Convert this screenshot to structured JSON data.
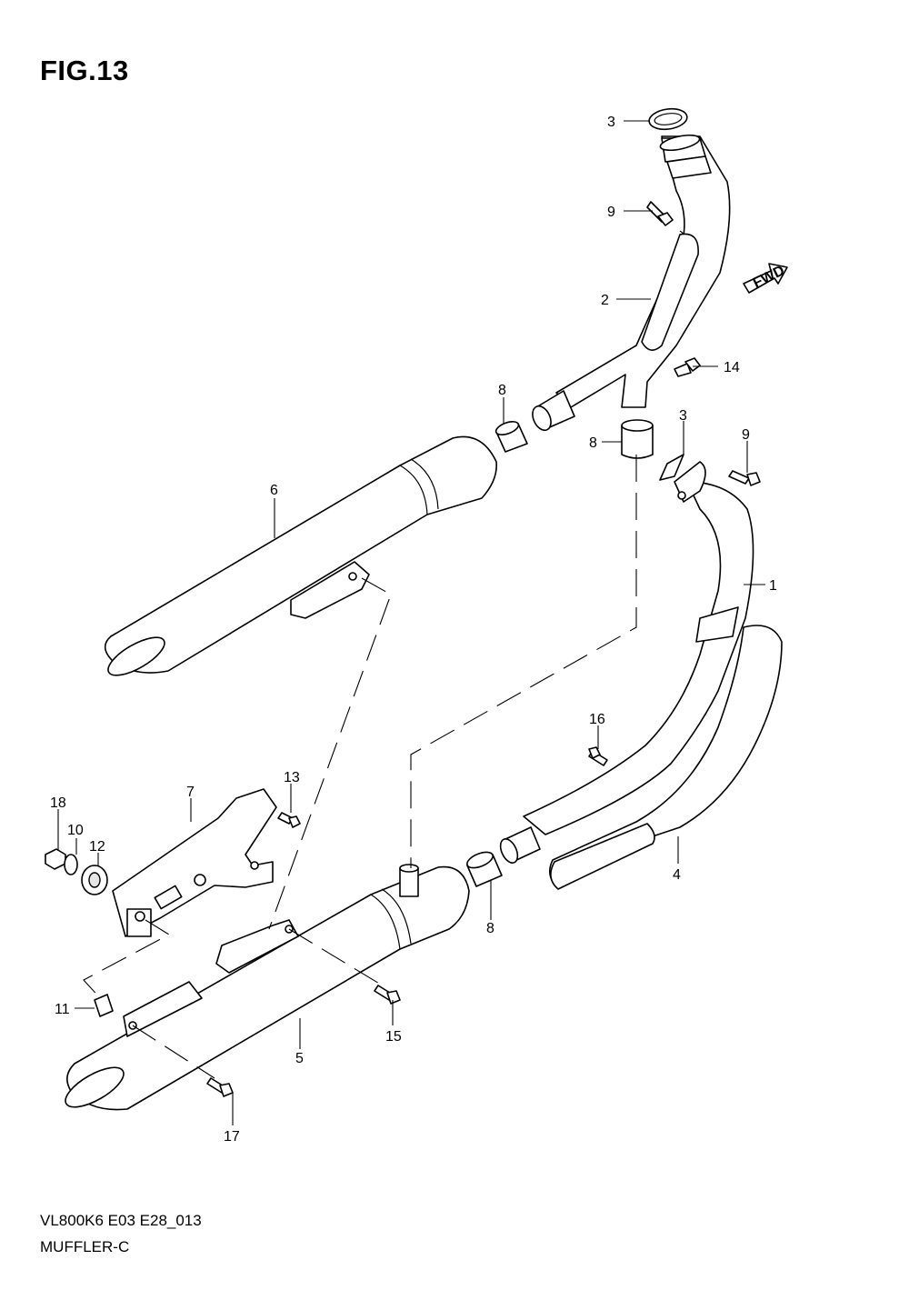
{
  "figure": {
    "title": "FIG.13"
  },
  "footer": {
    "code": "VL800K6 E03 E28_013",
    "name": "MUFFLER-C"
  },
  "fwd_label": "FWD",
  "callouts": [
    {
      "id": "c3a",
      "text": "3"
    },
    {
      "id": "c9a",
      "text": "9"
    },
    {
      "id": "c2",
      "text": "2"
    },
    {
      "id": "c14",
      "text": "14"
    },
    {
      "id": "c8a",
      "text": "8"
    },
    {
      "id": "c8b",
      "text": "8"
    },
    {
      "id": "c3b",
      "text": "3"
    },
    {
      "id": "c9b",
      "text": "9"
    },
    {
      "id": "c6",
      "text": "6"
    },
    {
      "id": "c1",
      "text": "1"
    },
    {
      "id": "c16",
      "text": "16"
    },
    {
      "id": "c13",
      "text": "13"
    },
    {
      "id": "c7",
      "text": "7"
    },
    {
      "id": "c18",
      "text": "18"
    },
    {
      "id": "c10",
      "text": "10"
    },
    {
      "id": "c12",
      "text": "12"
    },
    {
      "id": "c4",
      "text": "4"
    },
    {
      "id": "c8c",
      "text": "8"
    },
    {
      "id": "c11",
      "text": "11"
    },
    {
      "id": "c15",
      "text": "15"
    },
    {
      "id": "c5",
      "text": "5"
    },
    {
      "id": "c17",
      "text": "17"
    }
  ]
}
